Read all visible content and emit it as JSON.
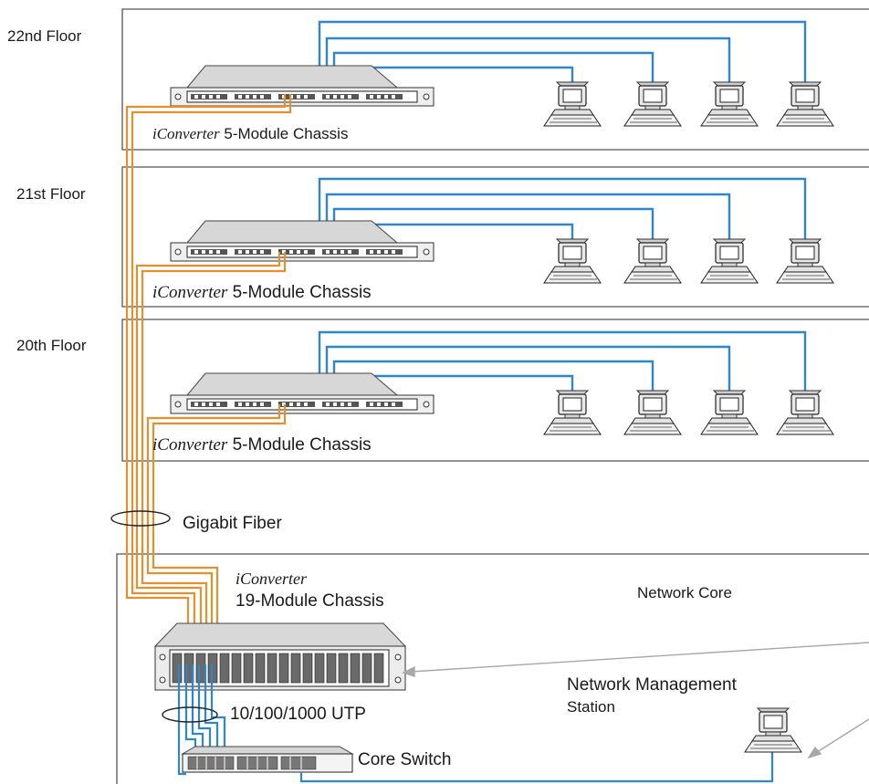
{
  "floors": [
    {
      "label": "22nd Floor",
      "chassis_brand": "iConverter",
      "chassis_model": "5-Module Chassis"
    },
    {
      "label": "21st Floor",
      "chassis_brand": "iConverter",
      "chassis_model": "5-Module Chassis"
    },
    {
      "label": "20th Floor",
      "chassis_brand": "iConverter",
      "chassis_model": "5-Module Chassis"
    }
  ],
  "fiber_label": "Gigabit Fiber",
  "core": {
    "chassis_brand": "iConverter",
    "chassis_model": "19-Module Chassis",
    "title": "Network Core",
    "utp_label": "10/100/1000 UTP",
    "switch_label": "Core Switch",
    "nms_label_line1": "Network Management",
    "nms_label_line2": "Station"
  },
  "colors": {
    "fiber": "#e5902c",
    "copper": "#2f86cf",
    "mgmt_arrow": "#a8a8a8",
    "frame": "#555555"
  },
  "icons": [
    "chassis-icon",
    "workstation-icon",
    "switch-icon",
    "cable-bundle-icon"
  ]
}
